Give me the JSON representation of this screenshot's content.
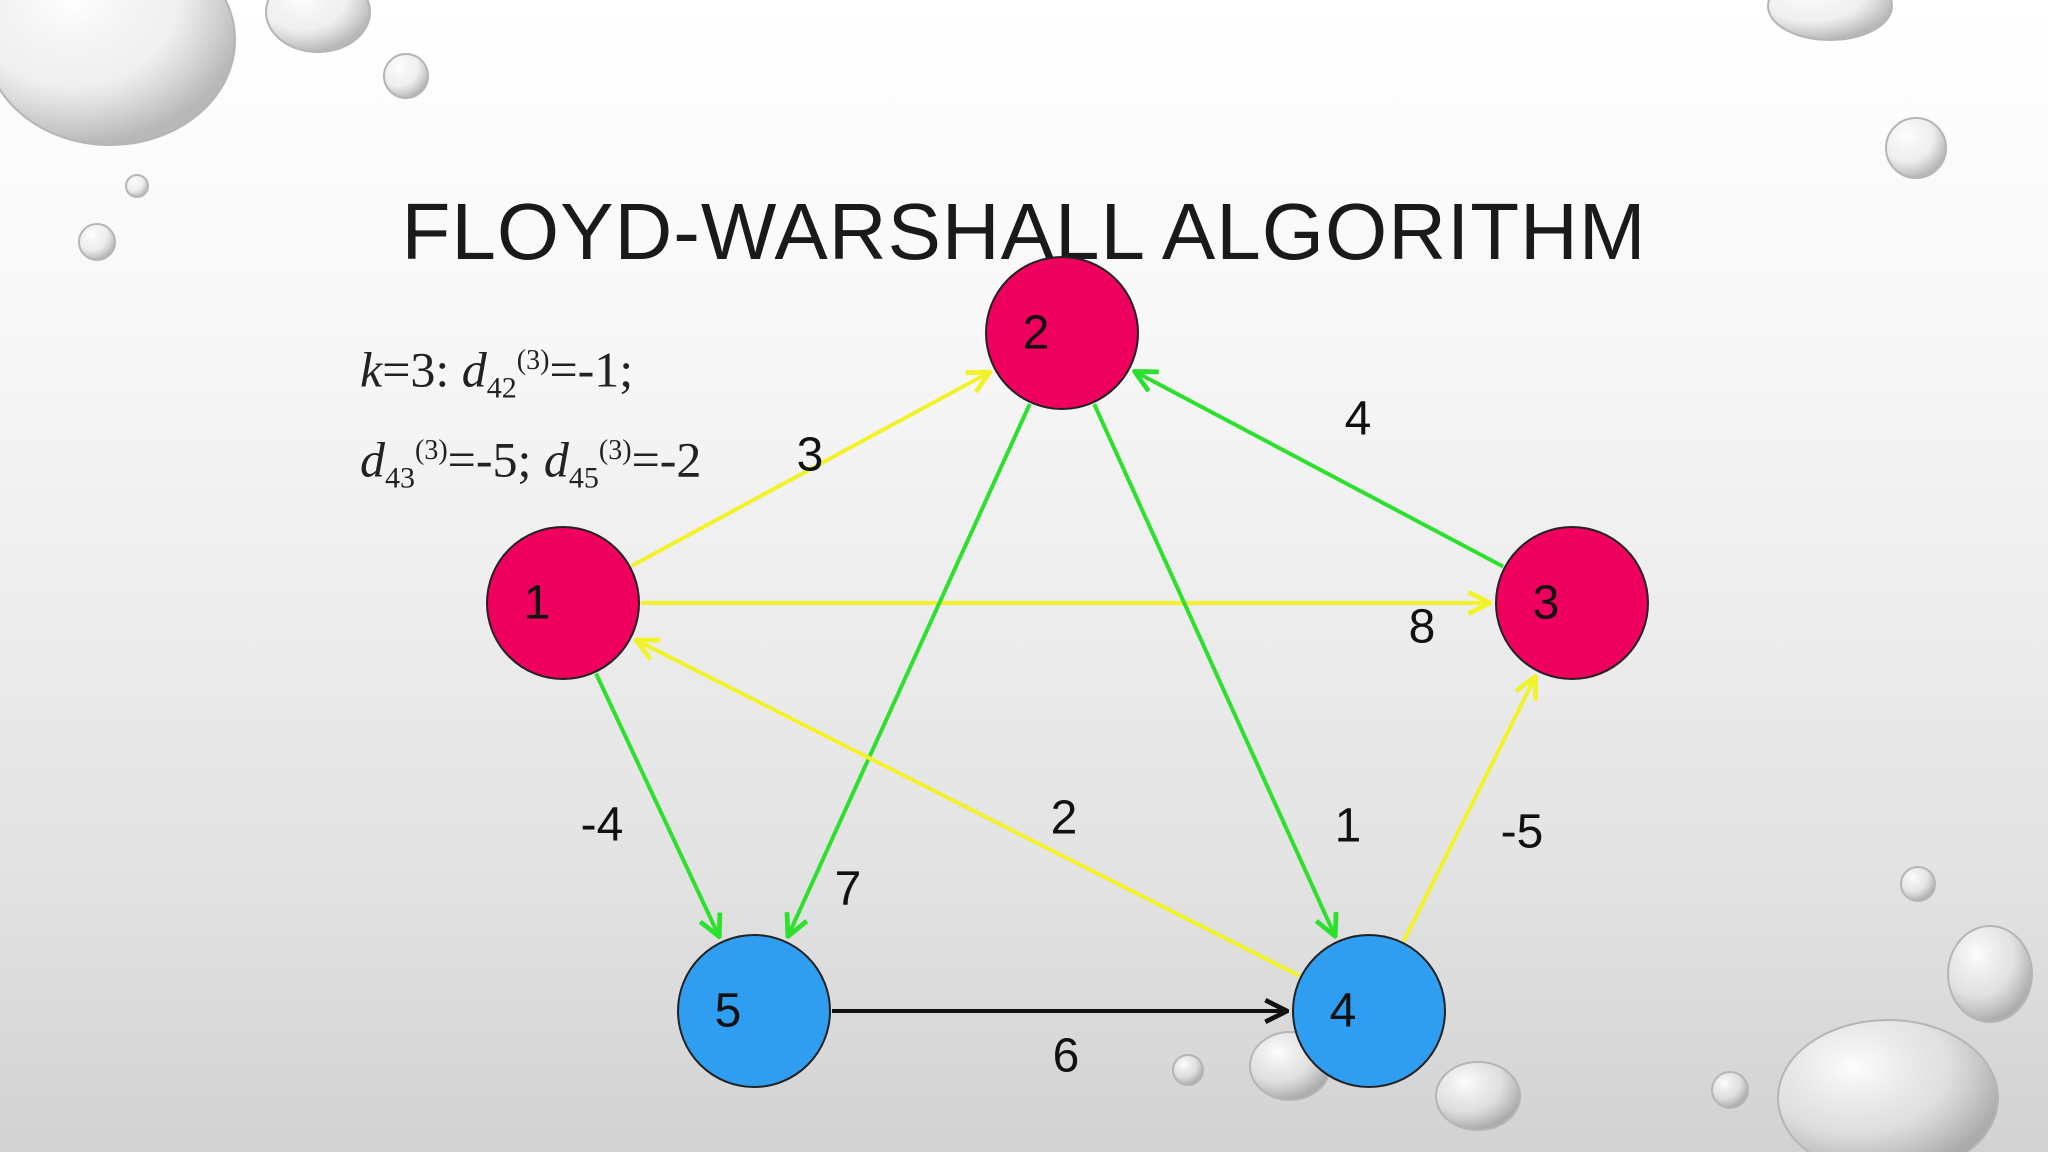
{
  "slide": {
    "title": "FLOYD-WARSHALL ALGORITHM",
    "formula": {
      "k_var": "k",
      "k_eq": "=3: ",
      "d1_var": "d",
      "d1_sub": "42",
      "d1_sup": "(3)",
      "d1_val": "=-1;",
      "d2_var": "d",
      "d2_sub": "43",
      "d2_sup": "(3)",
      "d2_val": "=-5; ",
      "d3_var": "d",
      "d3_sub": "45",
      "d3_sup": "(3)",
      "d3_val": "=-2"
    }
  },
  "colors": {
    "node_red": "#f0005e",
    "node_blue": "#2f9ef0",
    "edge_yellow": "#f2f22a",
    "edge_green": "#2ee02e",
    "edge_black": "#111111"
  },
  "graph": {
    "nodes": [
      {
        "id": "1",
        "label": "1",
        "color": "red"
      },
      {
        "id": "2",
        "label": "2",
        "color": "red"
      },
      {
        "id": "3",
        "label": "3",
        "color": "red"
      },
      {
        "id": "4",
        "label": "4",
        "color": "blue"
      },
      {
        "id": "5",
        "label": "5",
        "color": "blue"
      }
    ],
    "edges": [
      {
        "from": "1",
        "to": "2",
        "weight": "3",
        "color": "yellow"
      },
      {
        "from": "1",
        "to": "3",
        "weight": "8",
        "color": "yellow"
      },
      {
        "from": "1",
        "to": "5",
        "weight": "-4",
        "color": "green"
      },
      {
        "from": "2",
        "to": "5",
        "weight": "7",
        "color": "green"
      },
      {
        "from": "2",
        "to": "4",
        "weight": "1",
        "color": "green"
      },
      {
        "from": "3",
        "to": "2",
        "weight": "4",
        "color": "green"
      },
      {
        "from": "4",
        "to": "1",
        "weight": "2",
        "color": "yellow"
      },
      {
        "from": "4",
        "to": "3",
        "weight": "-5",
        "color": "yellow"
      },
      {
        "from": "5",
        "to": "4",
        "weight": "6",
        "color": "black"
      }
    ]
  }
}
